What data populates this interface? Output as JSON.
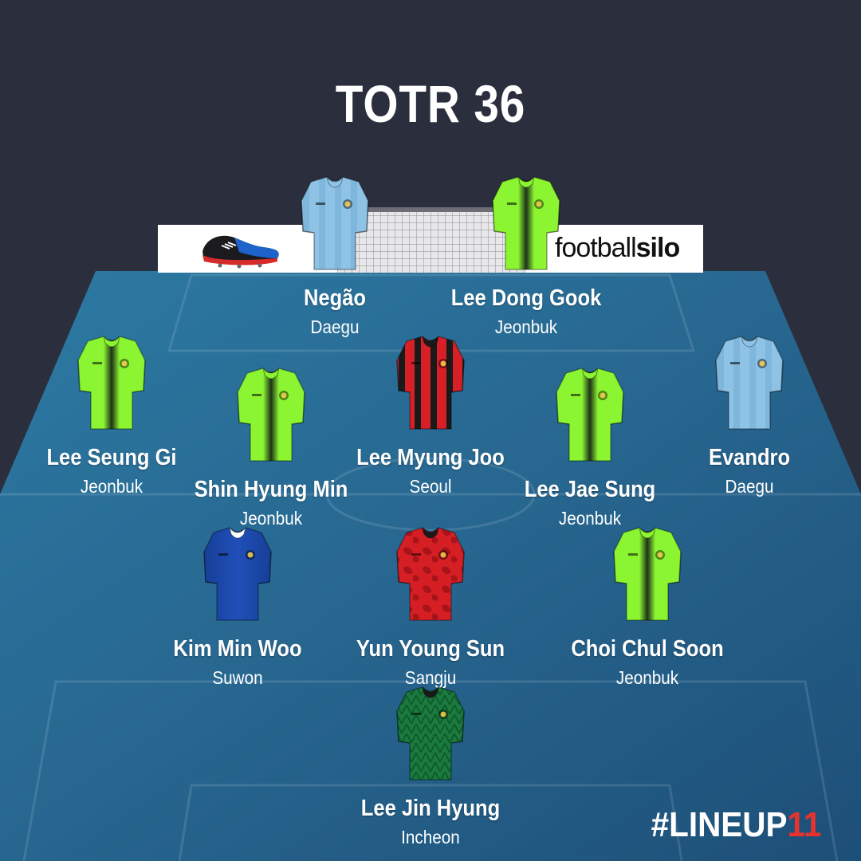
{
  "title": "TOTR 36",
  "hashtag": {
    "prefix": "#LINEUP",
    "number": "11"
  },
  "sponsors": {
    "right_text_main": "football",
    "right_text_bold": "silo"
  },
  "colors": {
    "background_top": "#2b2e3d",
    "pitch": "#2a6c93",
    "hashtag_accent": "#e8322e"
  },
  "players": [
    {
      "name": "Negão",
      "club": "Daegu",
      "kit": {
        "style": "stripes",
        "base": "#8ec3e6",
        "second": "#7fb6dc",
        "collar": "#8ec3e6"
      }
    },
    {
      "name": "Lee Dong Gook",
      "club": "Jeonbuk",
      "kit": {
        "style": "center-dark",
        "base": "#8cf532",
        "second": "#1d3318",
        "collar": "#8cf532"
      }
    },
    {
      "name": "Lee Seung Gi",
      "club": "Jeonbuk",
      "kit": {
        "style": "center-dark",
        "base": "#8cf532",
        "second": "#1d3318",
        "collar": "#8cf532"
      }
    },
    {
      "name": "Shin Hyung Min",
      "club": "Jeonbuk",
      "kit": {
        "style": "center-dark",
        "base": "#8cf532",
        "second": "#1d3318",
        "collar": "#8cf532"
      }
    },
    {
      "name": "Lee Myung Joo",
      "club": "Seoul",
      "kit": {
        "style": "stripes",
        "base": "#d71f27",
        "second": "#1a1a1a",
        "collar": "#1a1a1a"
      }
    },
    {
      "name": "Lee Jae Sung",
      "club": "Jeonbuk",
      "kit": {
        "style": "center-dark",
        "base": "#8cf532",
        "second": "#1d3318",
        "collar": "#8cf532"
      }
    },
    {
      "name": "Evandro",
      "club": "Daegu",
      "kit": {
        "style": "stripes",
        "base": "#8ec3e6",
        "second": "#7fb6dc",
        "collar": "#8ec3e6"
      }
    },
    {
      "name": "Kim Min Woo",
      "club": "Suwon",
      "kit": {
        "style": "solid",
        "base": "#1f4fb8",
        "second": "#173f98",
        "collar": "#ffffff"
      }
    },
    {
      "name": "Yun Young Sun",
      "club": "Sangju",
      "kit": {
        "style": "camo",
        "base": "#d61f24",
        "second": "#a8141a",
        "collar": "#1a1a1a"
      }
    },
    {
      "name": "Choi Chul Soon",
      "club": "Jeonbuk",
      "kit": {
        "style": "center-dark",
        "base": "#8cf532",
        "second": "#1d3318",
        "collar": "#8cf532"
      }
    },
    {
      "name": "Lee Jin Hyung",
      "club": "Incheon",
      "kit": {
        "style": "keeper",
        "base": "#1b7a3e",
        "second": "#0f5c2c",
        "collar": "#1a1a1a"
      }
    }
  ]
}
